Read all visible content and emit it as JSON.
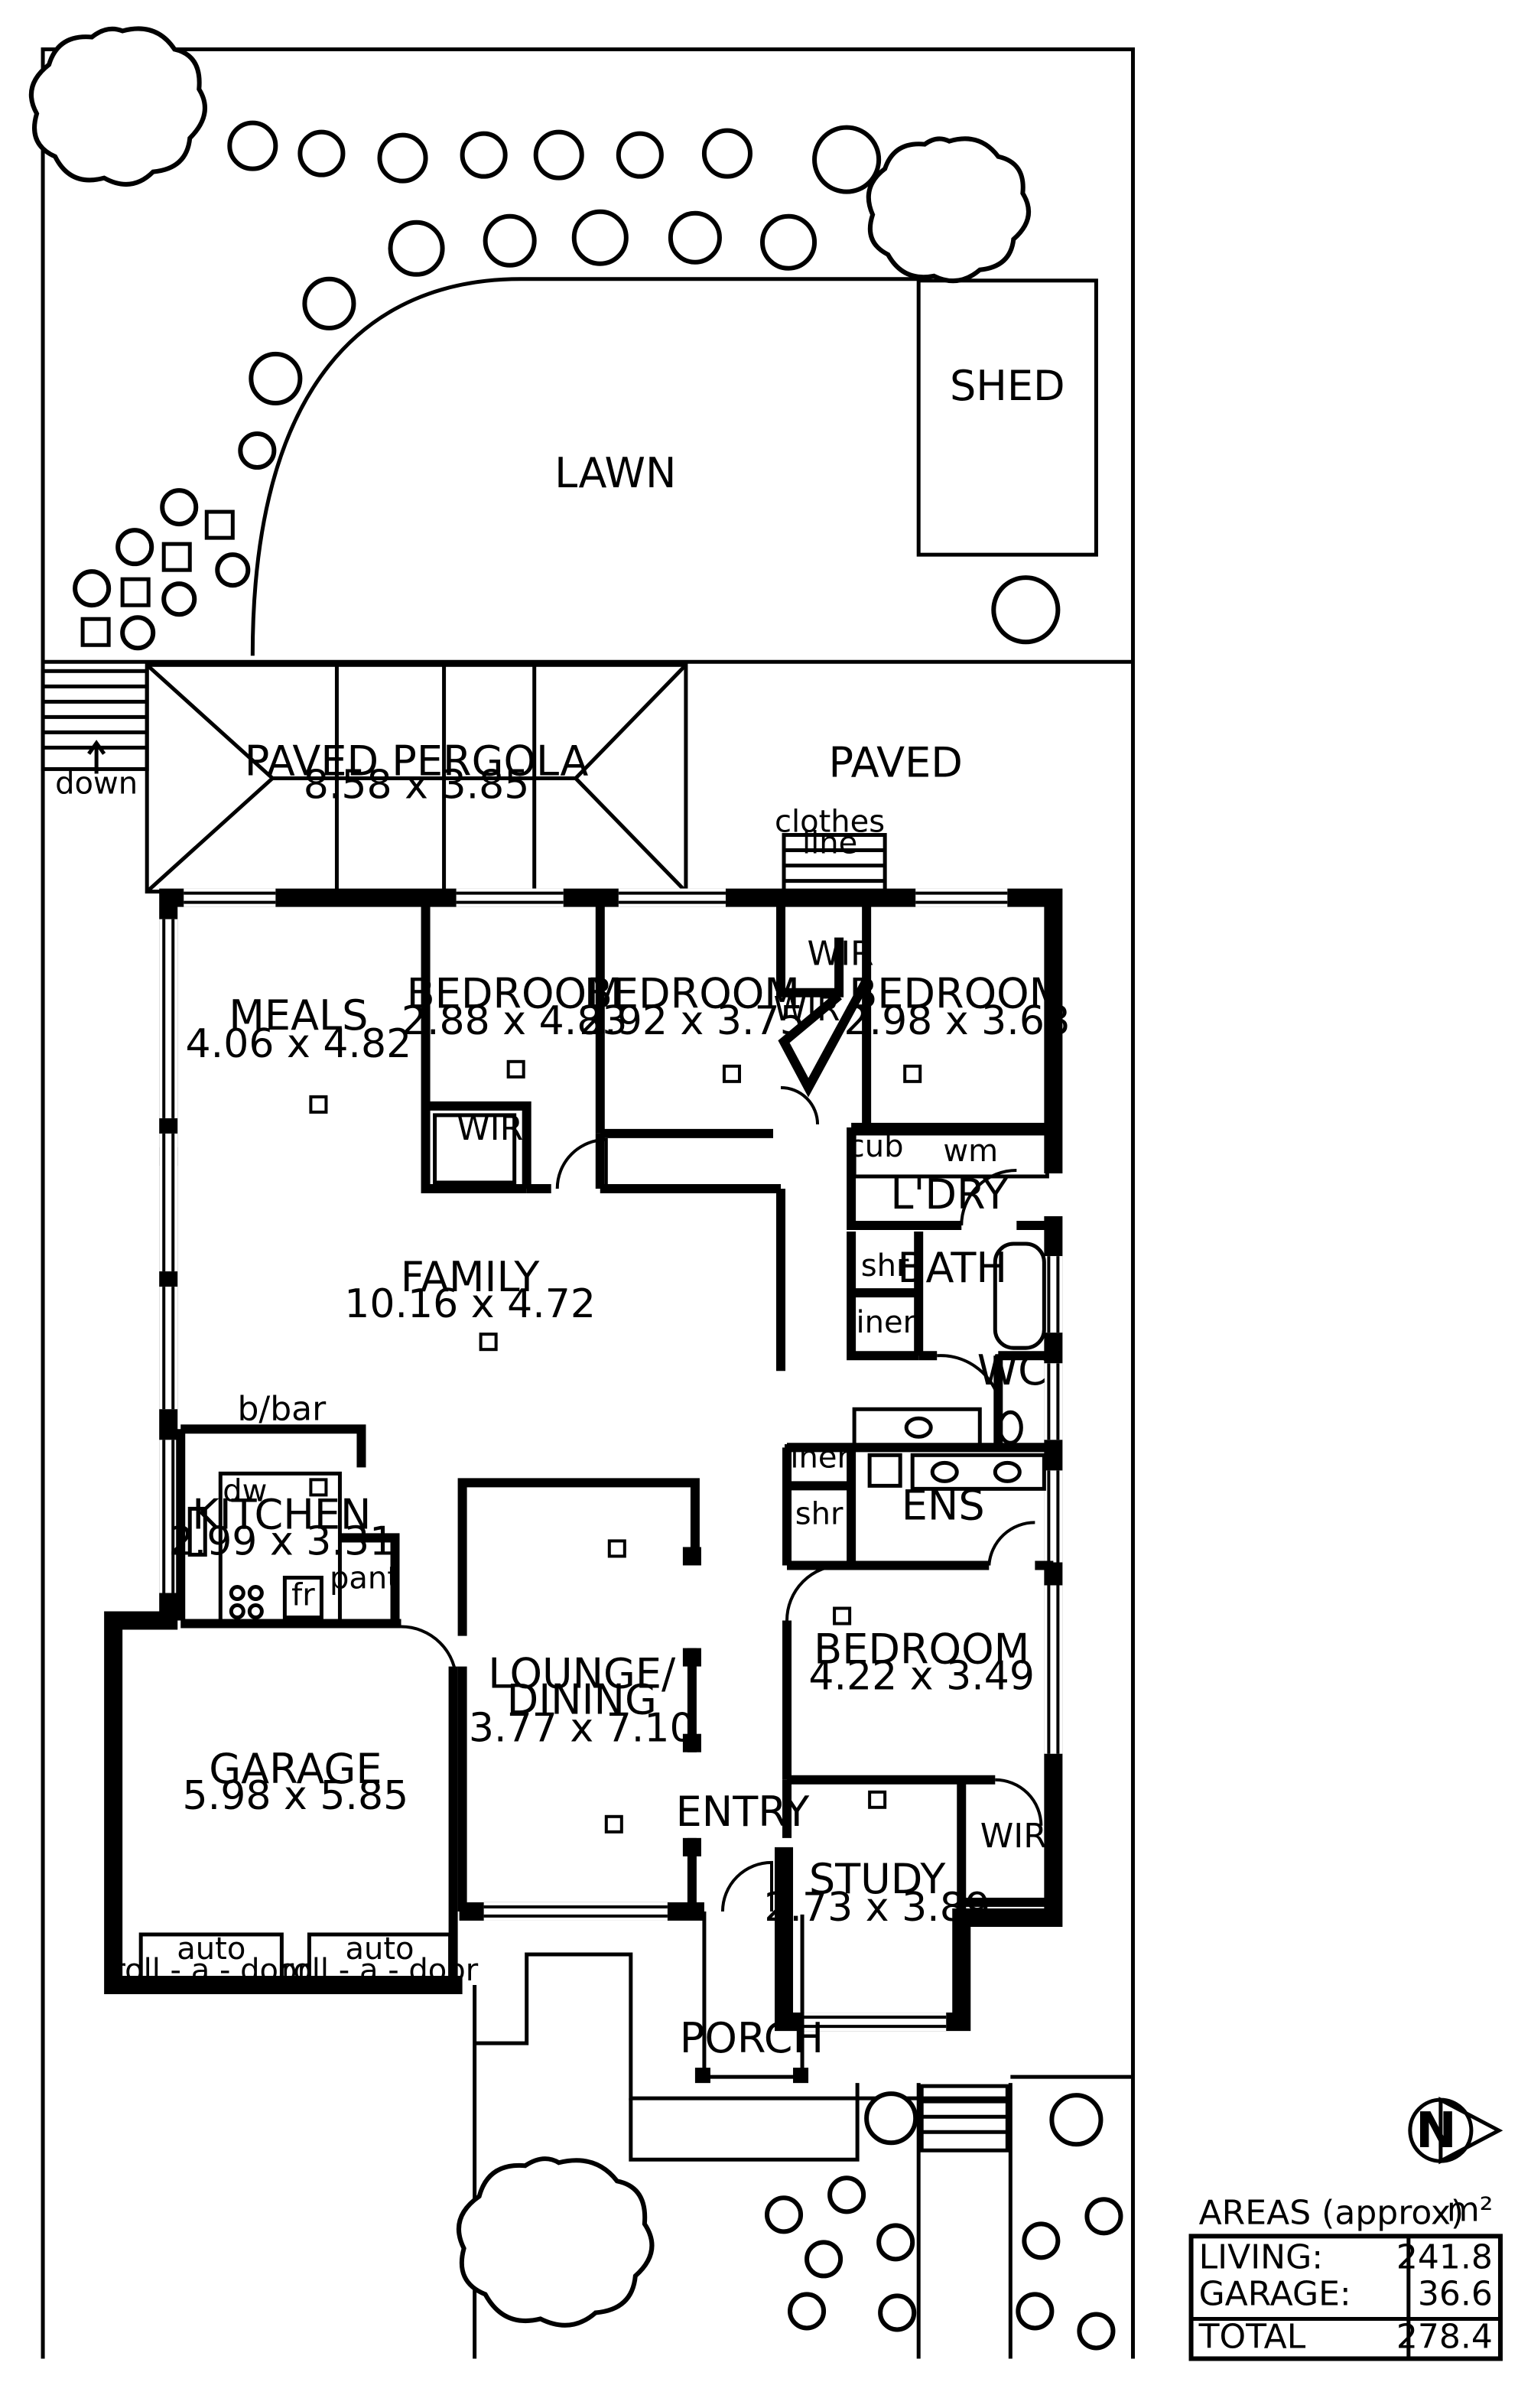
{
  "rooms": {
    "lawn": "LAWN",
    "shed": "SHED",
    "paved_pergola": "PAVED PERGOLA",
    "paved_pergola_dim": "8.58 x 3.85",
    "paved": "PAVED",
    "down": "down",
    "clothes": "clothes",
    "line": "line",
    "meals": "MEALS",
    "meals_dim": "4.06 x 4.82",
    "bedroom_label": "BEDROOM",
    "bedroom1_dim": "2.88 x 4.83",
    "bedroom2_dim": "2.92 x 3.75",
    "bedroom3_dim": "2.98 x 3.68",
    "bedroom4_dim": "4.22 x 3.49",
    "wir": "WIR",
    "cub": "cub",
    "wm": "wm",
    "laundry": "L'DRY",
    "shr": "shr",
    "bath": "BATH",
    "linen": "linen",
    "wc": "WC",
    "ens": "ENS",
    "family": "FAMILY",
    "family_dim": "10.16 x 4.72",
    "bbar": "b/bar",
    "dw": "dw",
    "kitchen": "KITCHEN",
    "kitchen_dim": "2.99 x 3.31",
    "pant": "pant",
    "fr": "fr",
    "lounge_1": "LOUNGE/",
    "lounge_2": "DINING",
    "lounge_dim": "3.77 x 7.10",
    "entry": "ENTRY",
    "garage": "GARAGE",
    "garage_dim": "5.98 x 5.85",
    "auto": "auto",
    "roll_door": "roll - a - door",
    "study": "STUDY",
    "study_dim": "2.73 x 3.89",
    "porch": "PORCH"
  },
  "compass": {
    "letter": "N"
  },
  "areas": {
    "title": "AREAS (approx)",
    "unit": "m²",
    "rows": [
      {
        "label": "LIVING:",
        "value": "241.8"
      },
      {
        "label": "GARAGE:",
        "value": "36.6"
      },
      {
        "label": "TOTAL",
        "value": "278.4"
      }
    ]
  }
}
